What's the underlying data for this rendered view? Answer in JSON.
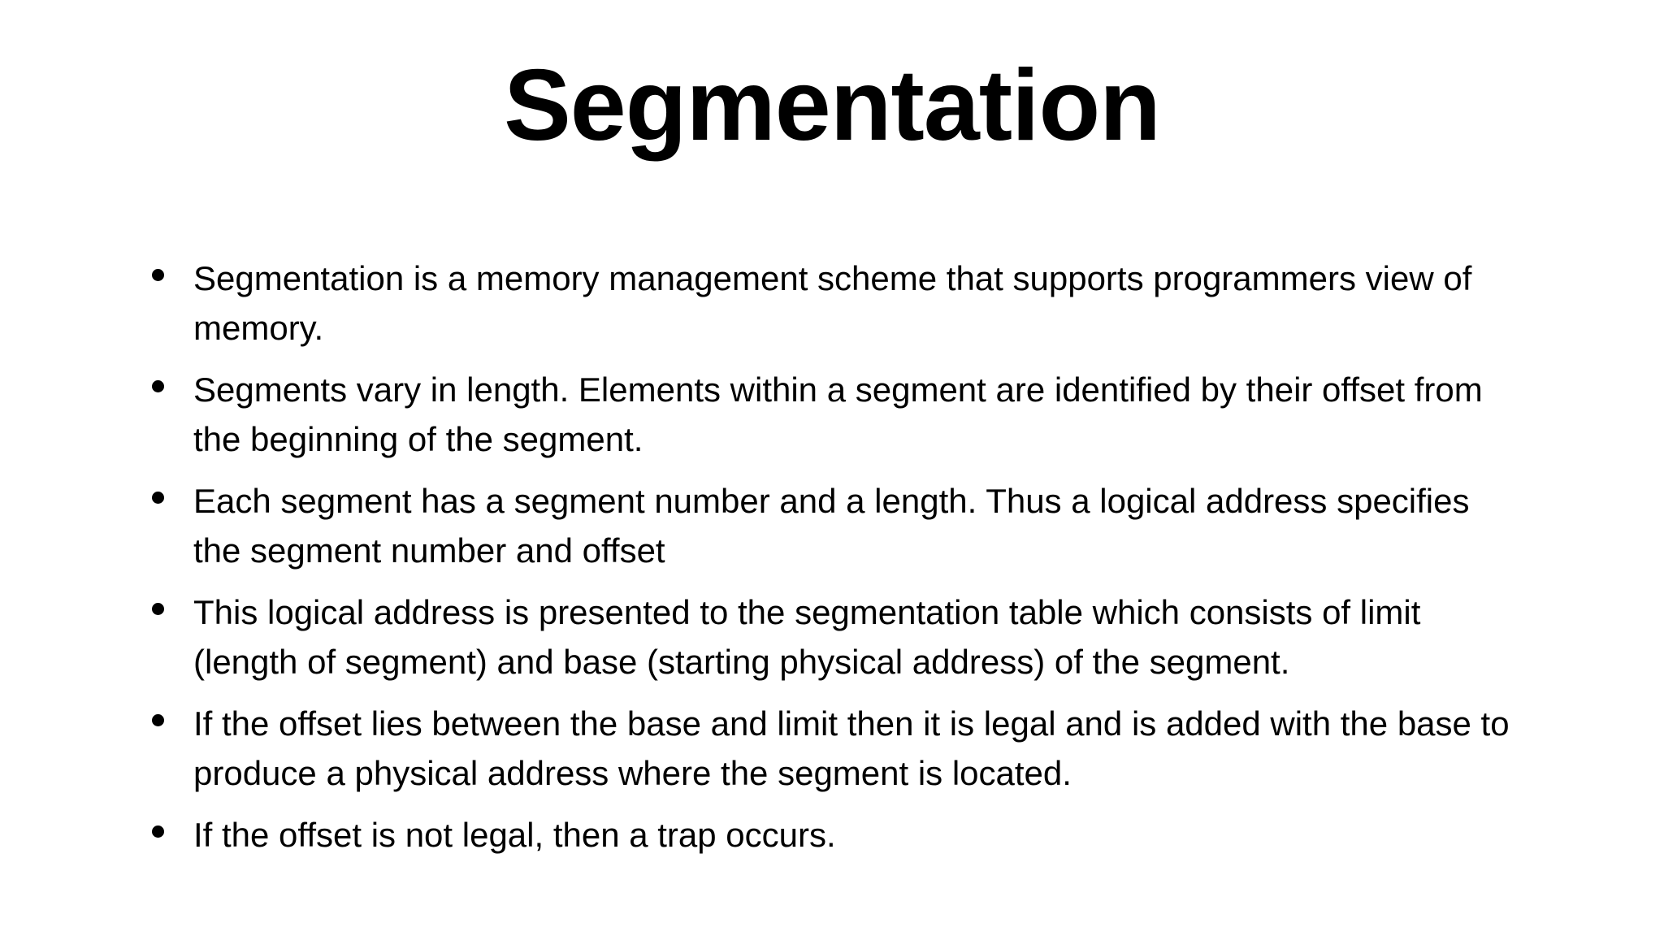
{
  "slide": {
    "title": "Segmentation",
    "bullets": [
      "Segmentation is a memory management scheme that supports programmers view of memory.",
      "Segments vary in length. Elements within a segment are identified by their offset from the beginning of the segment.",
      "Each segment has a segment number and a length. Thus a logical address specifies the segment number and offset",
      "This logical address is presented to the segmentation table which consists of limit (length of segment) and base (starting physical address) of the segment.",
      "If the offset lies between the base and limit then it is legal and is added with the base to produce a physical address where the segment is located.",
      "If the offset is not legal, then a trap occurs."
    ],
    "colors": {
      "background": "#ffffff",
      "text": "#000000"
    }
  }
}
